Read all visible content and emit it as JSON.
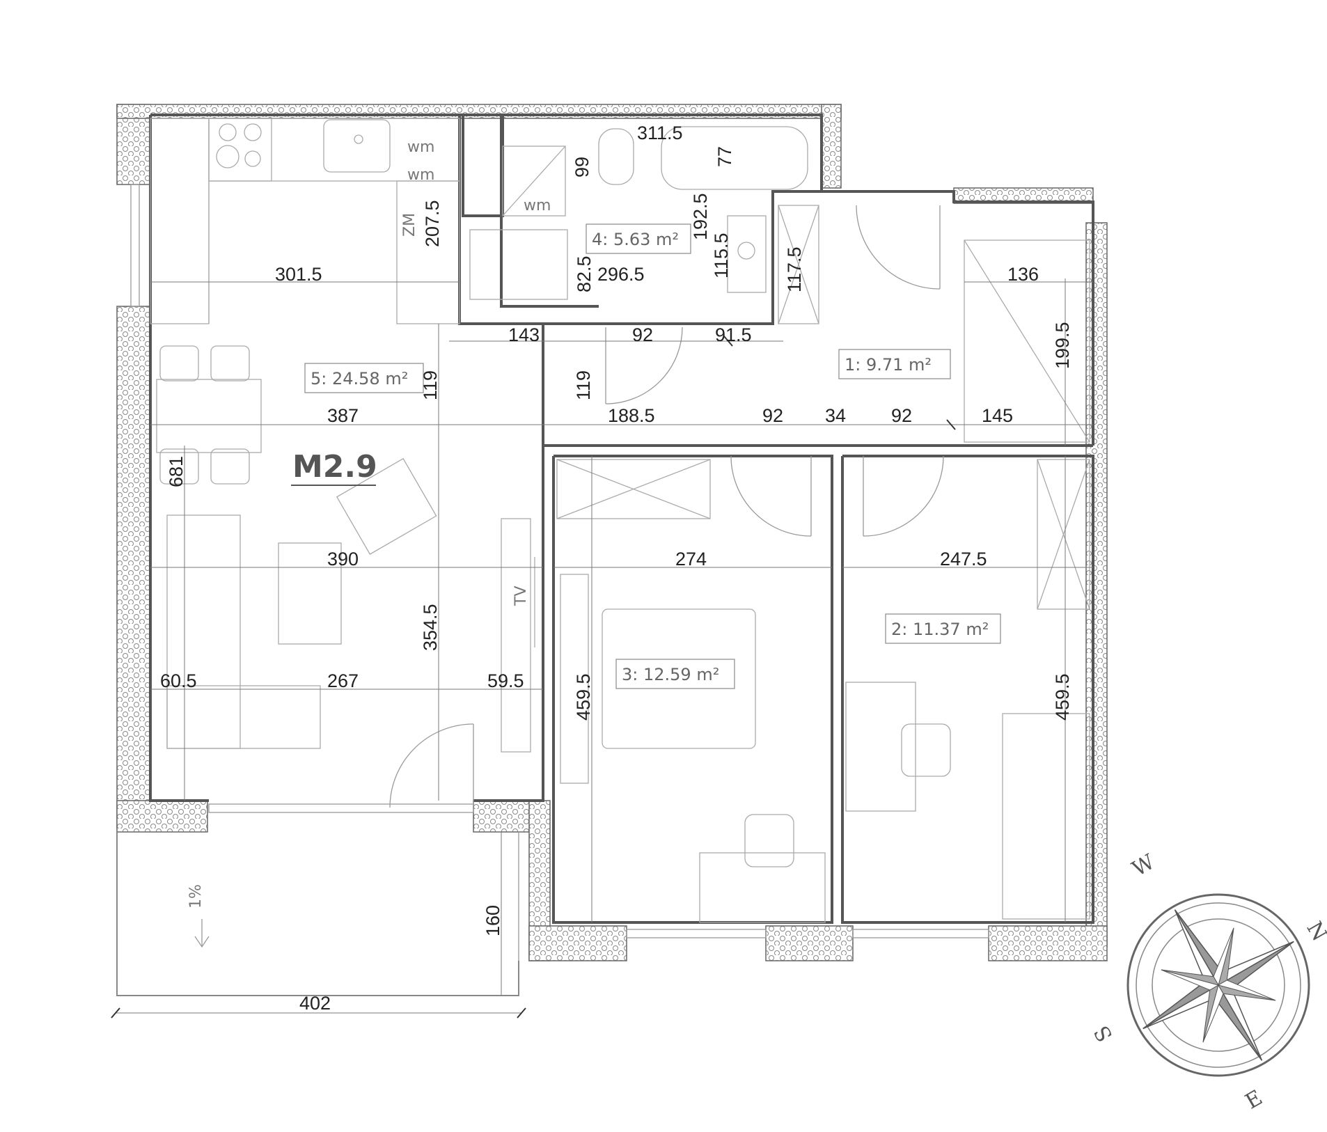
{
  "unit": {
    "label": "M2.9"
  },
  "rooms": [
    {
      "label": "5: 24.58 m²"
    },
    {
      "label": "4: 5.63 m²"
    },
    {
      "label": "1: 9.71 m²"
    },
    {
      "label": "3: 12.59 m²"
    },
    {
      "label": "2: 11.37 m²"
    }
  ],
  "dimensions": {
    "d311_5": "311.5",
    "d77": "77",
    "d99": "99",
    "d207_5": "207.5",
    "d192_5": "192.5",
    "d115_5": "115.5",
    "d82_5": "82.5",
    "d296_5": "296.5",
    "d117_5": "117.5",
    "d301_5": "301.5",
    "d136": "136",
    "d143": "143",
    "d92_top": "92",
    "d91_5": "91.5",
    "d199_5": "199.5",
    "d119_left": "119",
    "d119_right": "119",
    "d387": "387",
    "d188_5": "188.5",
    "d92_a": "92",
    "d34": "34",
    "d92_b": "92",
    "d145": "145",
    "d681": "681",
    "d390": "390",
    "d274": "274",
    "d247_5": "247.5",
    "d354_5": "354.5",
    "d60_5": "60.5",
    "d267": "267",
    "d59_5": "59.5",
    "d459_5_left": "459.5",
    "d459_5_right": "459.5",
    "d160": "160",
    "d402": "402"
  },
  "labels": {
    "wm1": "wm",
    "wm2": "wm",
    "wm3": "wm",
    "zm": "ZM",
    "tv": "TV",
    "slope": "1%"
  },
  "compass": {
    "n": "N",
    "e": "E",
    "s": "S",
    "w": "W"
  }
}
